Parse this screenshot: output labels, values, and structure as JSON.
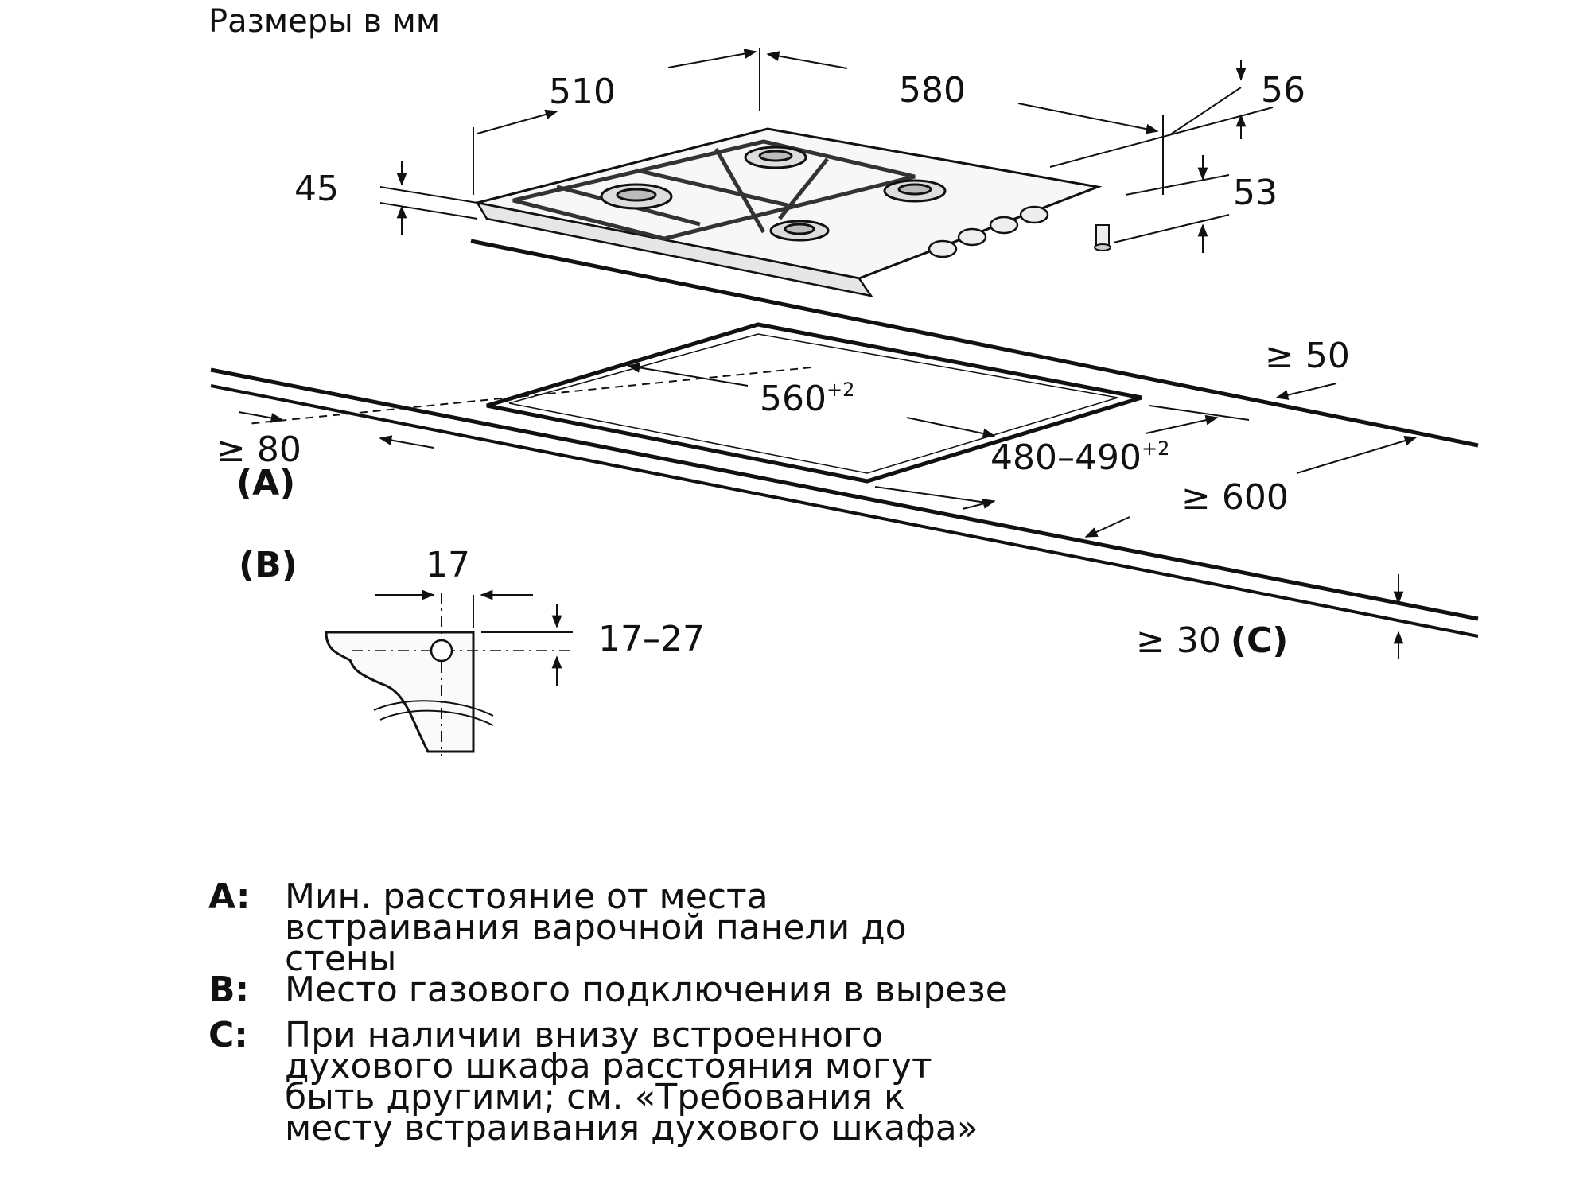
{
  "title": "Размеры в мм",
  "dimensions": {
    "width": "510",
    "depth": "580",
    "control_offset": "56",
    "height": "45",
    "knob_height": "53",
    "min_rear": "≥ 50",
    "cutout_width": "560",
    "cutout_width_tol": "+2",
    "cutout_depth": "480–490",
    "cutout_depth_tol": "+2",
    "min_wall": "≥ 80",
    "min_worktop": "≥ 600",
    "min_thickness": "≥ 30",
    "gas_offset": "17",
    "gas_range": "17–27"
  },
  "markers": {
    "a": "(A)",
    "b": "(B)",
    "c": "(C)"
  },
  "legend": [
    {
      "key": "A:",
      "text": "Мин. расстояние от места\nвстраивания варочной панели до\nстены"
    },
    {
      "key": "B:",
      "text": "Место газового подключения в вырезе"
    },
    {
      "key": "C:",
      "text": "При наличии внизу встроенного\nдухового шкафа расстояния могут\nбыть другими; см. «Требования к\nместу встраивания духового шкафа»"
    }
  ]
}
